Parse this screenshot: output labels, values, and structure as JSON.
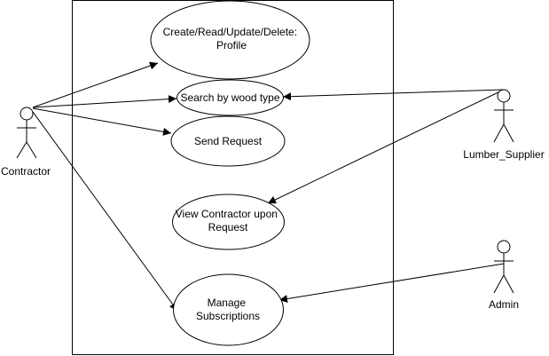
{
  "actors": {
    "contractor": {
      "label": "Contractor"
    },
    "lumber_supplier": {
      "label": "Lumber_Supplier"
    },
    "admin": {
      "label": "Admin"
    }
  },
  "use_cases": {
    "crud_profile": {
      "line1": "Create/Read/Update/Delete:",
      "line2": "Profile"
    },
    "search": {
      "label": "Search by wood type"
    },
    "send_request": {
      "label": "Send Request"
    },
    "view_contractor": {
      "line1": "View Contractor upon",
      "line2": "Request"
    },
    "manage_subscriptions": {
      "line1": "Manage",
      "line2": "Subscriptions"
    }
  },
  "colors": {
    "stroke": "#000000",
    "fill": "#ffffff",
    "background": "#ffffff"
  }
}
